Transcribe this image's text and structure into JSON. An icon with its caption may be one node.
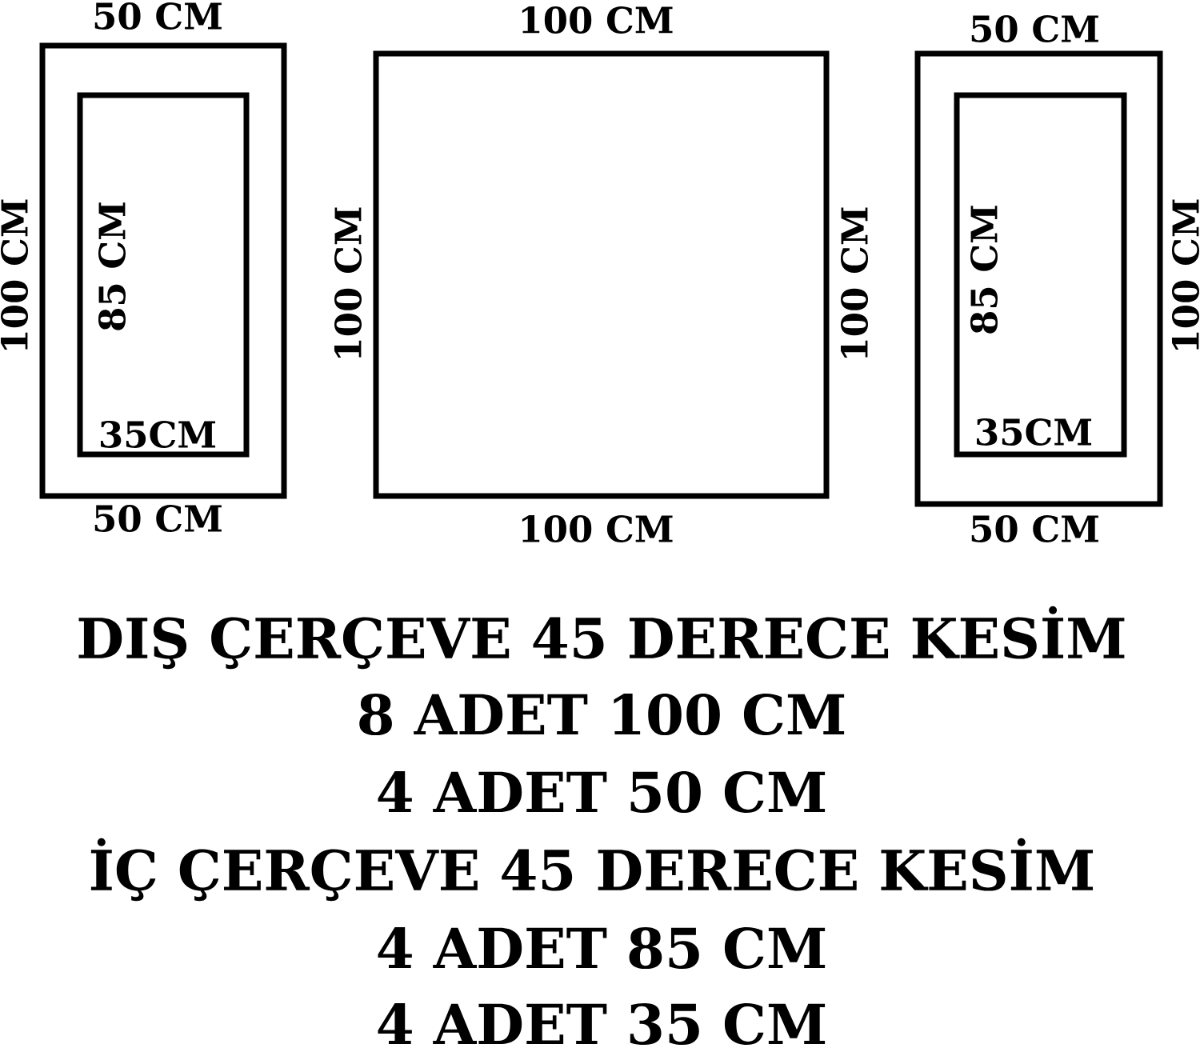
{
  "diagram": {
    "nodes": [
      {
        "text": [],
        "shape": "box"
      },
      {
        "text": [],
        "shape": "box",
        "in": 0
      },
      {
        "text": [],
        "shape": "box"
      },
      {
        "text": [],
        "shape": "box"
      },
      {
        "text": [],
        "shape": "box",
        "in": 3
      }
    ],
    "labels": [
      "50 CM",
      "100 CM",
      "50 CM",
      "100 CM",
      "85 CM",
      "100 CM",
      "100 CM",
      "85 CM",
      "100 CM",
      "35CM",
      "35CM",
      "50 CM",
      "100 CM",
      "50 CM",
      "DIŞ ÇERÇEVE 45 DERECE KESİM",
      "8 ADET 100 CM",
      "4 ADET 50 CM",
      "İÇ ÇERÇEVE 45 DERECE KESİM",
      "4 ADET 85 CM",
      "4 ADET 35 CM"
    ]
  }
}
